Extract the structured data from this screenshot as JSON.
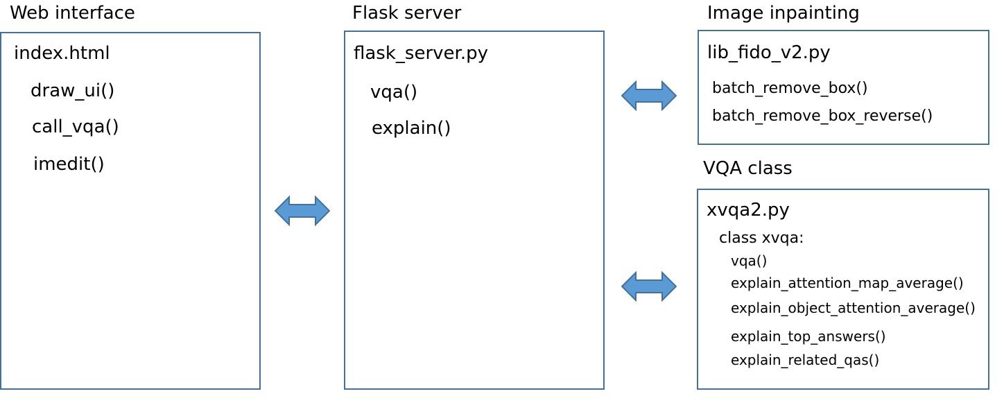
{
  "colors": {
    "border": "#41719c",
    "arrow_fill": "#5b9bd5",
    "arrow_stroke": "#41719c"
  },
  "web": {
    "heading": "Web interface",
    "file": "index.html",
    "functions": [
      "draw_ui()",
      "call_vqa()",
      "imedit()"
    ]
  },
  "flask": {
    "heading": "Flask server",
    "file": "flask_server.py",
    "functions": [
      "vqa()",
      "explain()"
    ]
  },
  "inpaint": {
    "heading": "Image inpainting",
    "file": "lib_fido_v2.py",
    "functions": [
      "batch_remove_box()",
      "batch_remove_box_reverse()"
    ]
  },
  "vqa": {
    "heading": "VQA class",
    "file": "xvqa2.py",
    "class_line": "class xvqa:",
    "methods": [
      "vqa()",
      "explain_attention_map_average()",
      "explain_object_attention_average()",
      "explain_top_answers()",
      "explain_related_qas()"
    ]
  },
  "arrows": [
    "double-arrow-icon",
    "double-arrow-icon",
    "double-arrow-icon"
  ]
}
